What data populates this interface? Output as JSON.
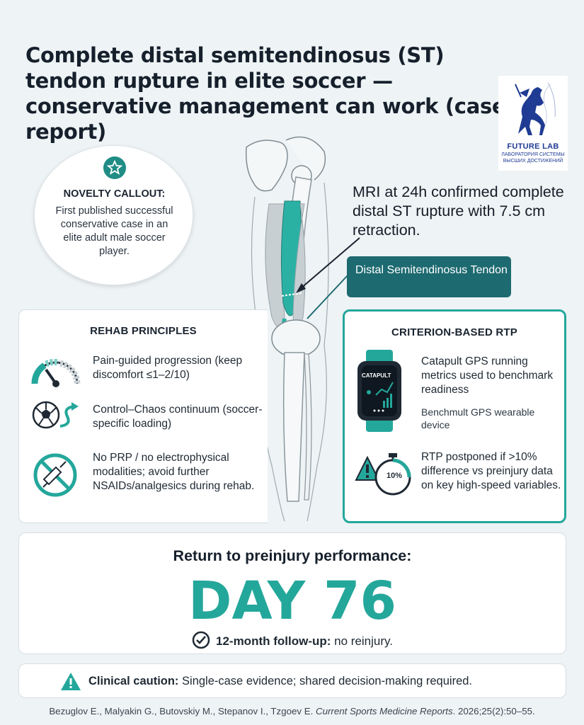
{
  "title": "Complete distal semitendinosus (ST) tendon rupture in elite soccer — conservative management can work (case report)",
  "logo": {
    "name": "FUTURE LAB",
    "subtitle_line1": "ЛАБОРАТОРИЯ СИСТЕМЫ",
    "subtitle_line2": "ВЫСШИХ ДОСТИЖЕНИЙ"
  },
  "novelty": {
    "icon": "star-badge-icon",
    "title": "NOVELTY CALLOUT:",
    "body": "First published successful conservative case in an elite adult male soccer player."
  },
  "mri_note": "MRI at 24h confirmed complete distal ST rupture with 7.5 cm retraction.",
  "tendon_label": "Distal Semitendinosus Tendon",
  "rehab": {
    "title": "REHAB PRINCIPLES",
    "items": [
      {
        "icon": "gauge-icon",
        "text": "Pain-guided progression (keep discomfort ≤1–2/10)"
      },
      {
        "icon": "soccer-ball-curve-arrow-icon",
        "text": "Control–Chaos continuum (soccer-specific loading)"
      },
      {
        "icon": "no-injection-icon",
        "text": "No PRP / no electrophysical modalities; avoid further NSAIDs/analgesics during rehab."
      }
    ]
  },
  "rtp": {
    "title": "CRITERION-BASED RTP",
    "watch_label": "CATAPULT",
    "watch_icon": "gps-watch-icon",
    "item1": "Catapult GPS running metrics used to benchmark readiness",
    "item1_sub": "Benchmult GPS wearable device",
    "stopwatch_icon": "warning-stopwatch-icon",
    "stopwatch_label": "10%",
    "item2": "RTP postponed if >10% difference vs preinjury data on key high-speed variables."
  },
  "result": {
    "label": "Return to preinjury performance:",
    "day": "DAY 76",
    "followup_bold": "12-month follow-up:",
    "followup_rest": " no reinjury."
  },
  "caution": {
    "bold": "Clinical caution:",
    "rest": " Single-case evidence; shared decision-making required."
  },
  "citation_authors": "Bezuglov E., Malyakin G., Butovskiy M., Stepanov I., Tzgoev E. ",
  "citation_journal": "Current Sports Medicine Reports",
  "citation_tail": ". 2026;25(2):50–55.",
  "colors": {
    "accent": "#24a79b",
    "dark_teal": "#1d6a70",
    "background": "#eef3f5",
    "logo_blue": "#1f3b93"
  }
}
